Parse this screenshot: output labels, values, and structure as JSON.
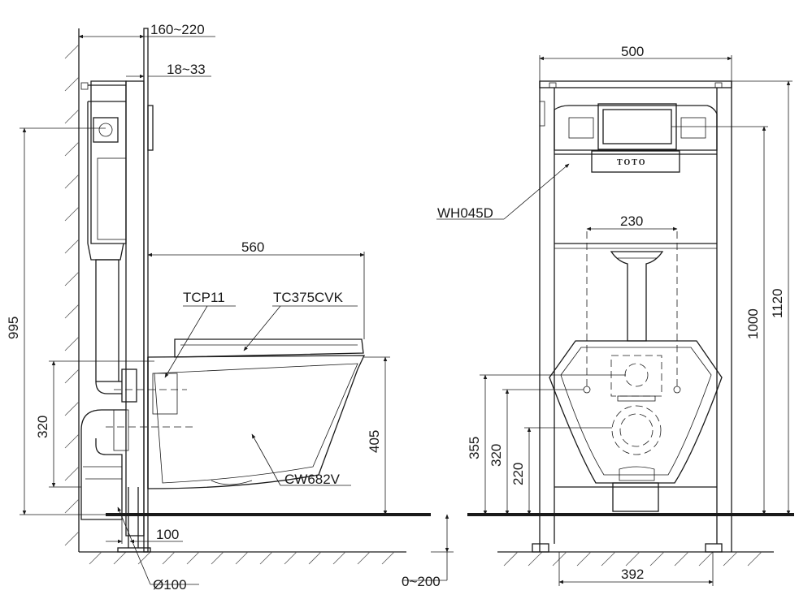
{
  "side_view": {
    "dims": {
      "frame_depth": "160~220",
      "panel_gap": "18~33",
      "bowl_length": "560",
      "flush_height": "995",
      "inlet_height": "320",
      "bowl_height": "405",
      "outlet_offset": "100",
      "pipe_dia": "Ø100",
      "leg_adjust": "0~200"
    },
    "labels": {
      "panel": "TCP11",
      "seat": "TC375CVK",
      "bowl": "CW682V"
    }
  },
  "front_view": {
    "dims": {
      "frame_width": "500",
      "bolt_spacing": "230",
      "frame_height": "1120",
      "button_height": "1000",
      "h355": "355",
      "h320": "320",
      "h220": "220",
      "foot_spacing": "392"
    },
    "labels": {
      "plate": "WH045D",
      "brand": "TOTO"
    }
  }
}
